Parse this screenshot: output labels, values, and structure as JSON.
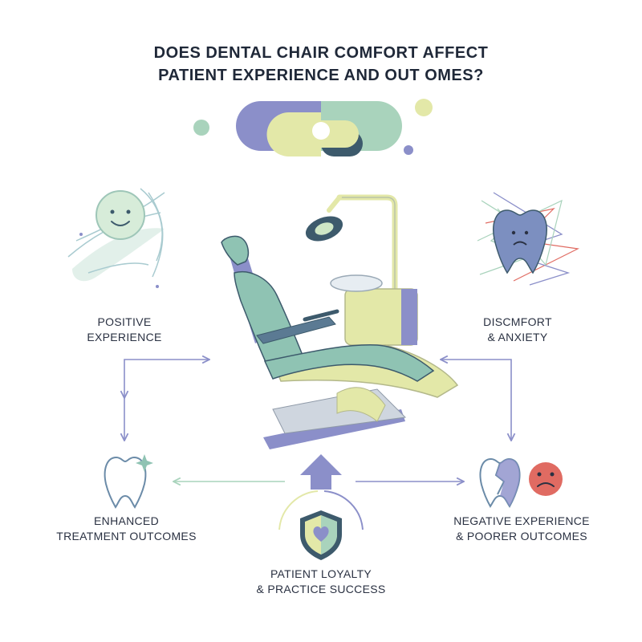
{
  "title": {
    "line1": "DOES DENTAL CHAIR COMFORT AFFECT",
    "line2": "PATIENT EXPERIENCE AND OUT OMES?"
  },
  "nodes": {
    "positive": {
      "line1": "POSITIVE",
      "line2": "EXPERIENCE",
      "icon": "smiling-face-wind-icon"
    },
    "discomfort": {
      "line1": "DISCMFORT",
      "line2": "& ANXIETY",
      "icon": "distressed-tooth-icon"
    },
    "enhanced": {
      "line1": "ENHANCED",
      "line2": "TREATMENT OUTCOMES",
      "icon": "sparkling-tooth-icon"
    },
    "negative": {
      "line1": "NEGATIVE EXPERIENCE",
      "line2": "& POORER OUTCOMES",
      "icon": "broken-tooth-sad-face-icon"
    },
    "loyalty": {
      "line1": "PATIENT LOYALTY",
      "line2": "& PRACTICE SUCCESS",
      "icon": "heart-shield-icon"
    }
  },
  "center": {
    "icon": "dental-chair-icon"
  },
  "colors": {
    "teal": "#8fc3b3",
    "lavender": "#8b8fc9",
    "lime": "#e3e8a8",
    "navy": "#3d5a6c",
    "red": "#e06b62",
    "arrow": "#8b8fc9",
    "arrow_green": "#a9d3bc"
  }
}
